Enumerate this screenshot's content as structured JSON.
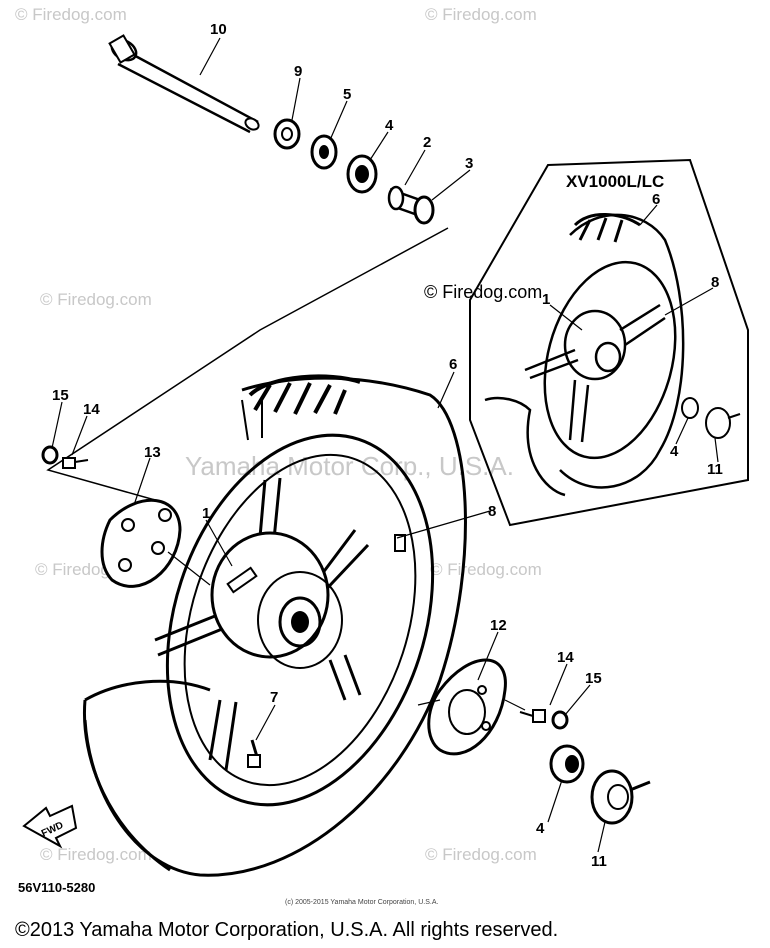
{
  "variant_label": "XV1000L/LC",
  "figure_code": "56V110-5280",
  "fwd_label": "FWD",
  "small_copyright": "(c) 2005-2015 Yamaha Motor Corporation, U.S.A.",
  "footer_copyright": "©2013 Yamaha Motor Corporation, U.S.A. All rights reserved.",
  "watermarks": {
    "firedog_mark": "© Firedog.com",
    "firedog_short": "Firedog.com",
    "yamaha_mark": "Yamaha Motor Corp., U.S.A."
  },
  "callouts": {
    "main": {
      "p10": "10",
      "p9": "9",
      "p5": "5",
      "p4": "4",
      "p2": "2",
      "p3": "3",
      "p6": "6",
      "p15_left": "15",
      "p14_left": "14",
      "p13": "13",
      "p1": "1",
      "p8": "8",
      "p7": "7",
      "p12": "12",
      "p14_right": "14",
      "p15_right": "15",
      "p4_bottom": "4",
      "p11_bottom": "11"
    },
    "inset": {
      "p6": "6",
      "p1": "1",
      "p8": "8",
      "p4": "4",
      "p11": "11"
    }
  }
}
